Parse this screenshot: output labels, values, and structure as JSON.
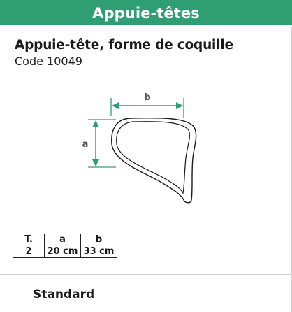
{
  "header": {
    "title": "Appuie-têtes"
  },
  "product": {
    "name": "Appuie-tête, forme de coquille",
    "code": "Code 10049"
  },
  "diagram": {
    "label_a": "a",
    "label_b": "b",
    "accent_color": "#2f9f73"
  },
  "size_table": {
    "headers": [
      "T.",
      "a",
      "b"
    ],
    "rows": [
      [
        "2",
        "20 cm",
        "33 cm"
      ]
    ]
  },
  "footer": {
    "label": "Standard"
  },
  "colors": {
    "header_bg": "#2f9f73",
    "border": "#cfcfcf"
  }
}
